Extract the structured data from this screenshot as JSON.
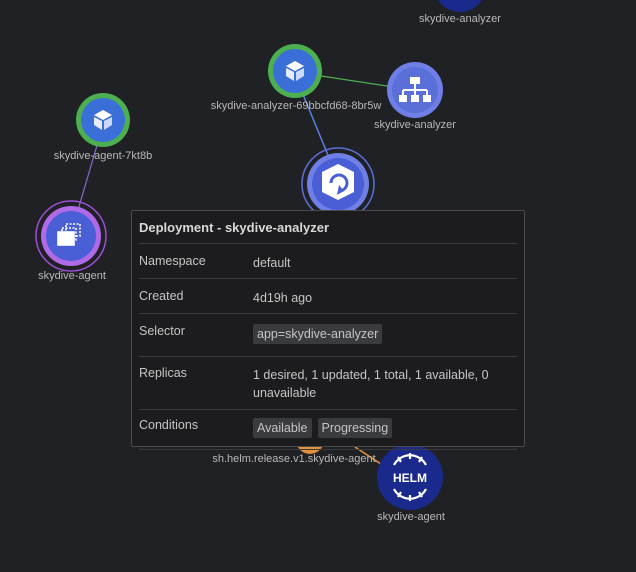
{
  "graph": {
    "nodes": [
      {
        "id": "analyzer-top",
        "label": "skydive-analyzer"
      },
      {
        "id": "analyzer-pod",
        "label": "skydive-analyzer-69bbcfd68-8br5w"
      },
      {
        "id": "analyzer-service",
        "label": "skydive-analyzer"
      },
      {
        "id": "agent-pod",
        "label": "skydive-agent-7kt8b"
      },
      {
        "id": "agent-daemonset",
        "label": "skydive-agent"
      },
      {
        "id": "helm-secret",
        "label": "sh.helm.release.v1.skydive-agent"
      },
      {
        "id": "helm-release",
        "label": "skydive-agent",
        "icon_text": "HELM"
      }
    ]
  },
  "tooltip": {
    "title": "Deployment - skydive-analyzer",
    "rows": {
      "namespace": {
        "key": "Namespace",
        "value": "default"
      },
      "created": {
        "key": "Created",
        "value": "4d19h ago"
      },
      "selector": {
        "key": "Selector",
        "tag": "app=skydive-analyzer"
      },
      "replicas": {
        "key": "Replicas",
        "value": "1 desired, 1 updated, 1 total, 1 available, 0 unavailable"
      },
      "conditions": {
        "key": "Conditions",
        "tags": [
          "Available",
          "Progressing"
        ]
      }
    }
  },
  "colors": {
    "background": "#202124",
    "pod_ring": "#4caf50",
    "node_blue": "#3b6fd8",
    "service_blue": "#5b6fd9",
    "daemonset_purple": "#9b4fd9",
    "helm_navy": "#1a2a8c",
    "edge_purple": "#8b6bd0",
    "edge_blue": "#5c7fe0",
    "edge_green": "#4caf50",
    "edge_orange": "#e0913a"
  }
}
